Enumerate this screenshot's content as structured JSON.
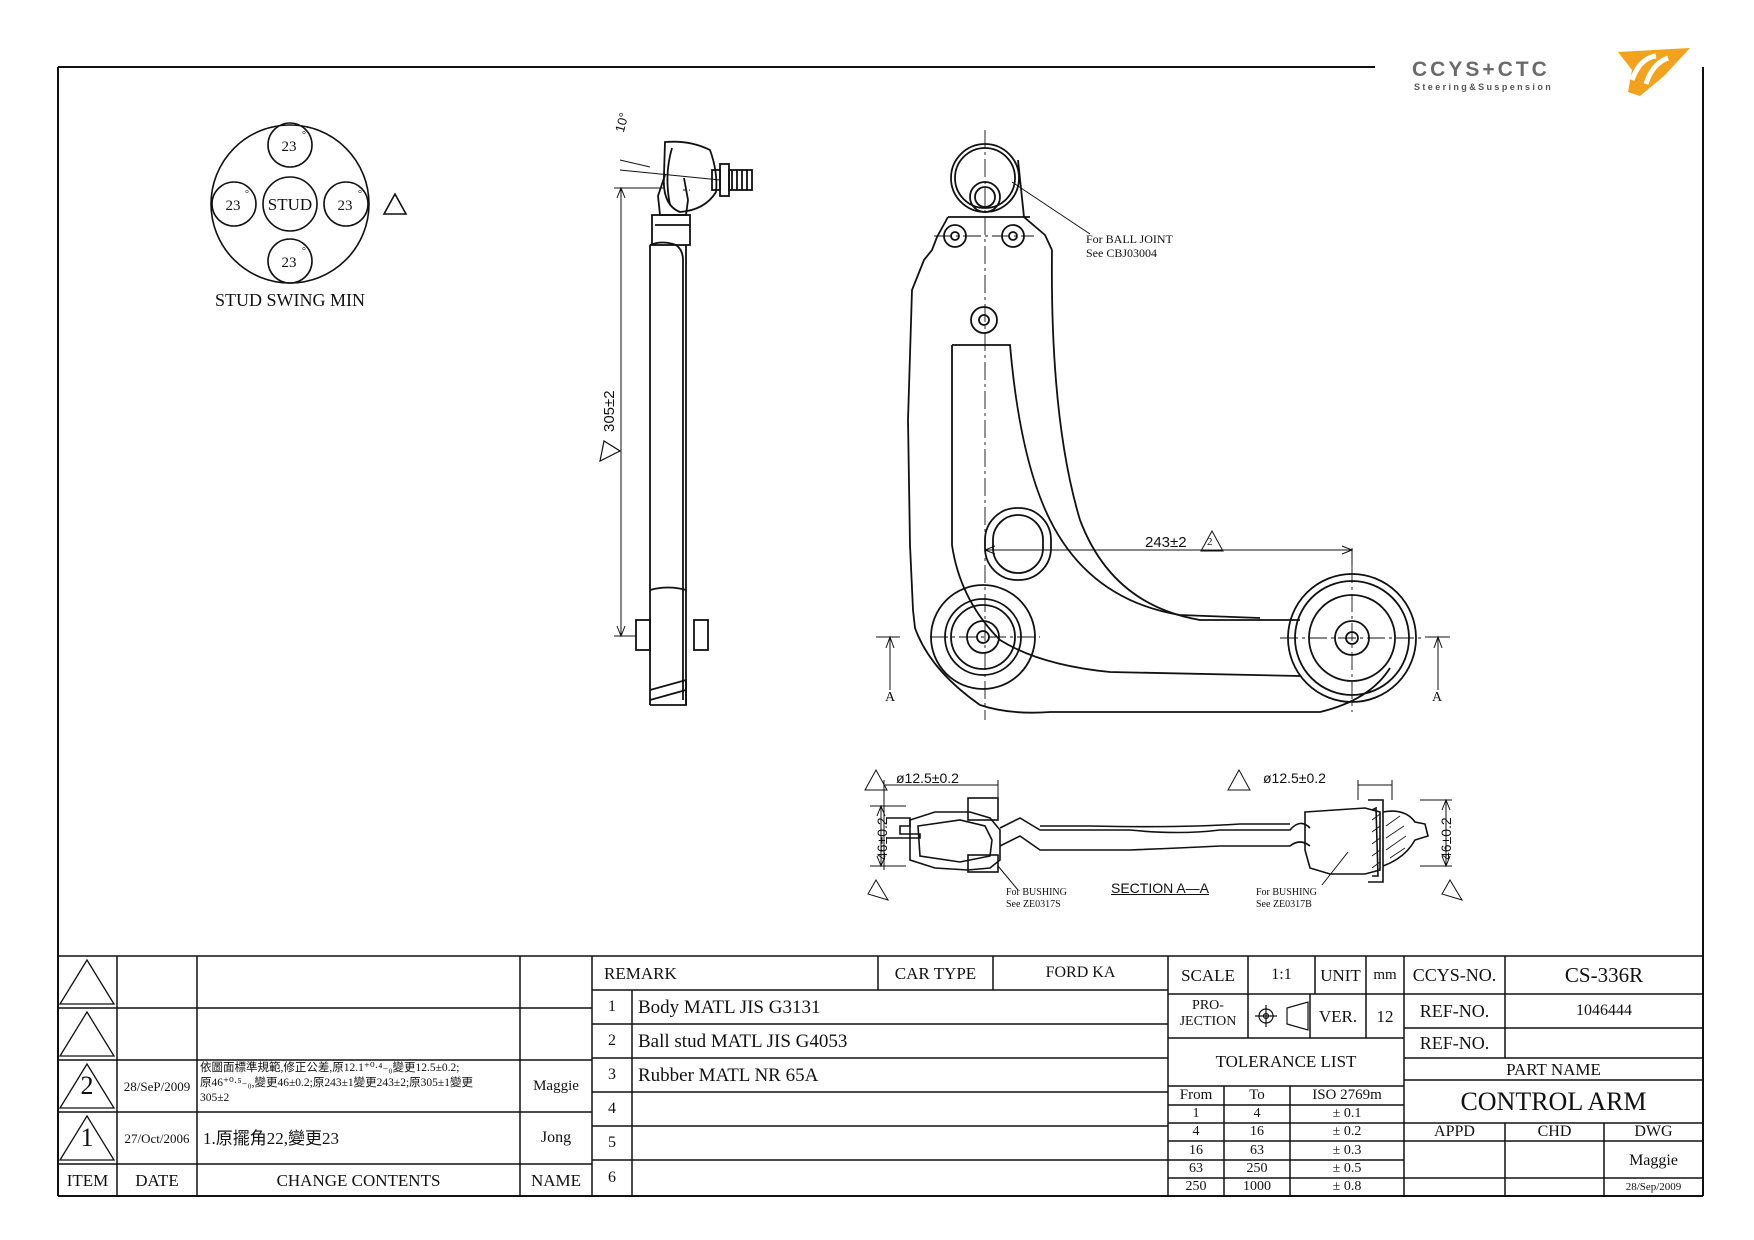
{
  "logo": {
    "brand": "CCYS+CTC",
    "tagline": "Steering&Suspension"
  },
  "stud": {
    "center_label": "STUD",
    "angles": [
      "23",
      "23",
      "23",
      "23"
    ],
    "degree_mark": "°",
    "caption": "STUD SWING MIN"
  },
  "side_view": {
    "angle_label": "10°",
    "length_label": "305±2"
  },
  "plan_view": {
    "ball_joint_note_1": "For BALL JOINT",
    "ball_joint_note_2": "See CBJ03004",
    "width_label": "243±2",
    "section_marker": "A",
    "rev_mark": "2"
  },
  "section": {
    "title": "SECTION A—A",
    "dia_left": "ø12.5±0.2",
    "dia_right": "ø12.5±0.2",
    "height_left": "46±0.2",
    "height_right": "46±0.2",
    "bushing_left_1": "For BUSHING",
    "bushing_left_2": "See ZE0317S",
    "bushing_right_1": "For BUSHING",
    "bushing_right_2": "See ZE0317B"
  },
  "revisions": {
    "headers": {
      "item": "ITEM",
      "date": "DATE",
      "contents": "CHANGE CONTENTS",
      "name": "NAME"
    },
    "rows": [
      {
        "item": "2",
        "date": "28/SeP/2009",
        "contents_1": "依圖面標準規範,修正公差,原12.1⁺⁰·⁴₋₀變更12.5±0.2;",
        "contents_2": "原46⁺⁰·⁵₋₀,變更46±0.2;原243±1變更243±2;原305±1變更",
        "contents_3": "305±2",
        "name": "Maggie"
      },
      {
        "item": "1",
        "date": "27/Oct/2006",
        "contents": "1.原擺角22,變更23",
        "name": "Jong"
      }
    ]
  },
  "remarks": {
    "header": "REMARK",
    "car_type_label": "CAR TYPE",
    "car_type_value": "FORD KA",
    "rows": [
      {
        "no": "1",
        "text": "Body MATL JIS G3131"
      },
      {
        "no": "2",
        "text": "Ball stud MATL JIS G4053"
      },
      {
        "no": "3",
        "text": "Rubber MATL NR 65A"
      },
      {
        "no": "4",
        "text": ""
      },
      {
        "no": "5",
        "text": ""
      },
      {
        "no": "6",
        "text": ""
      }
    ]
  },
  "title_block": {
    "scale_label": "SCALE",
    "scale_value": "1:1",
    "unit_label": "UNIT",
    "unit_value": "mm",
    "projection_label_1": "PRO-",
    "projection_label_2": "JECTION",
    "ver_label": "VER.",
    "ver_value": "12",
    "tolerance_title": "TOLERANCE LIST",
    "tol_headers": {
      "from": "From",
      "to": "To",
      "std": "ISO 2769m"
    },
    "tolerances": [
      {
        "from": "1",
        "to": "4",
        "tol": "± 0.1"
      },
      {
        "from": "4",
        "to": "16",
        "tol": "± 0.2"
      },
      {
        "from": "16",
        "to": "63",
        "tol": "± 0.3"
      },
      {
        "from": "63",
        "to": "250",
        "tol": "± 0.5"
      },
      {
        "from": "250",
        "to": "1000",
        "tol": "± 0.8"
      }
    ],
    "ccys_no_label": "CCYS-NO.",
    "ccys_no_value": "CS-336R",
    "ref_no_label": "REF-NO.",
    "ref_no_value": "1046444",
    "ref_no_label_2": "REF-NO.",
    "ref_no_value_2": "",
    "part_name_label": "PART NAME",
    "part_name_value": "CONTROL ARM",
    "appd_label": "APPD",
    "chd_label": "CHD",
    "dwg_label": "DWG",
    "dwg_name": "Maggie",
    "dwg_date": "28/Sep/2009"
  }
}
